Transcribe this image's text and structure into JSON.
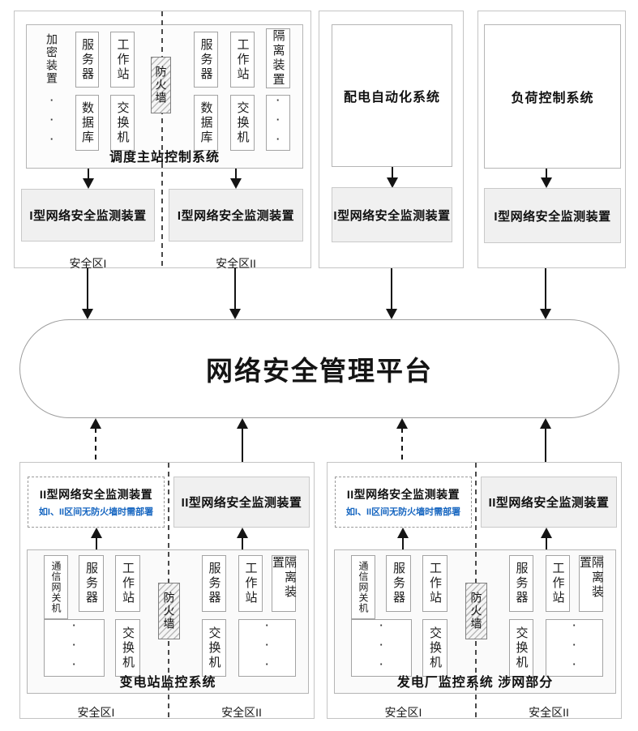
{
  "platform": {
    "title": "网络安全管理平台"
  },
  "labels": {
    "monitor_type1": "I型网络安全监测装置",
    "monitor_type2": "II型网络安全监测装置",
    "note": "如I、II区间无防火墙时需部署",
    "zone1": "安全区I",
    "zone2": "安全区II"
  },
  "systems": {
    "dispatch": "调度主站控制系统",
    "distribution": "配电自动化系统",
    "load": "负荷控制系统",
    "substation": "变电站监控系统",
    "plant": "发电厂监控系统 涉网部分"
  },
  "devices": {
    "encryption": "加密装置",
    "server": "服务器",
    "workstation": "工作站",
    "database": "数据库",
    "switch": "交换机",
    "firewall": "防火墙",
    "isolation": "隔离装置",
    "gateway": "通信网关机",
    "dots": "···"
  },
  "colors": {
    "note_blue": "#1565c0",
    "arrow_black": "#141414",
    "monitor_box_fill": "#f0f0f0",
    "border_gray": "#c4c4c4"
  }
}
